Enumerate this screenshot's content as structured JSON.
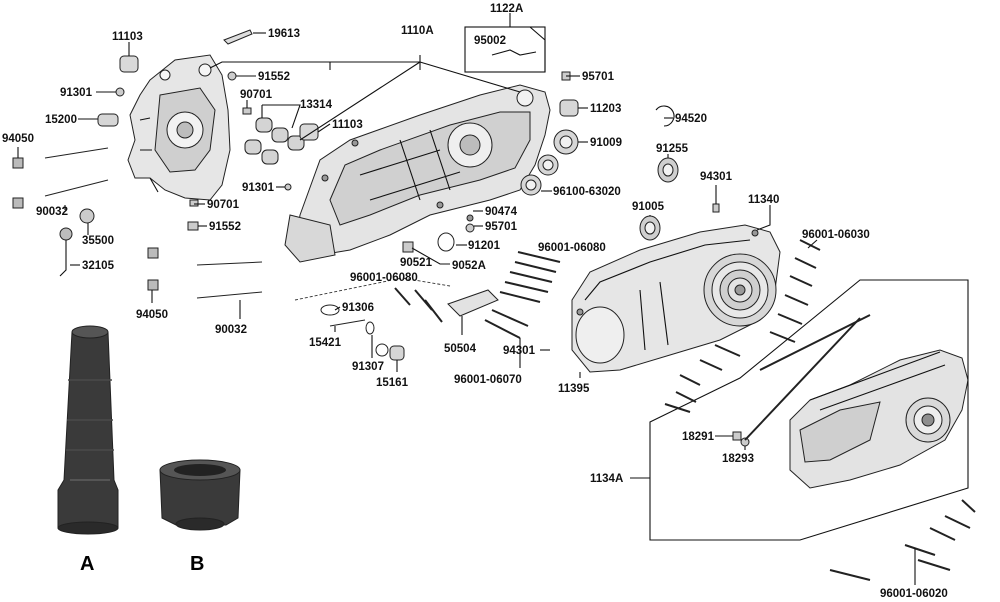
{
  "labels": {
    "p11103a": "11103",
    "p19613": "19613",
    "p1110A": "1110A",
    "p1122A": "1122A",
    "p95002": "95002",
    "p91301a": "91301",
    "p91552a": "91552",
    "p90701a": "90701",
    "p13314": "13314",
    "p95701a": "95701",
    "p11203": "11203",
    "p15200": "15200",
    "p11103b": "11103",
    "p94520": "94520",
    "p94050a": "94050",
    "p91009": "91009",
    "p91301b": "91301",
    "p91255": "91255",
    "p96100": "96100-63020",
    "p90032a": "90032",
    "p90701b": "90701",
    "p94301a": "94301",
    "p90474": "90474",
    "p11340": "11340",
    "p95701b": "95701",
    "p91005": "91005",
    "p35500": "35500",
    "p91552b": "91552",
    "p91201": "91201",
    "p96001_06030": "96001-06030",
    "p96001_06080a": "96001-06080",
    "p32105": "32105",
    "p90521": "90521",
    "p9052A": "9052A",
    "p96001_06080b": "96001-06080",
    "p91306": "91306",
    "p94050b": "94050",
    "p15421": "15421",
    "p90032b": "90032",
    "p50504": "50504",
    "p94301b": "94301",
    "p91307": "91307",
    "p15161": "15161",
    "p96001_06070": "96001-06070",
    "p11395": "11395",
    "p18291": "18291",
    "p18293": "18293",
    "p1134A": "1134A",
    "p96001_06020": "96001-06020"
  },
  "tools": {
    "a": "A",
    "b": "B"
  }
}
